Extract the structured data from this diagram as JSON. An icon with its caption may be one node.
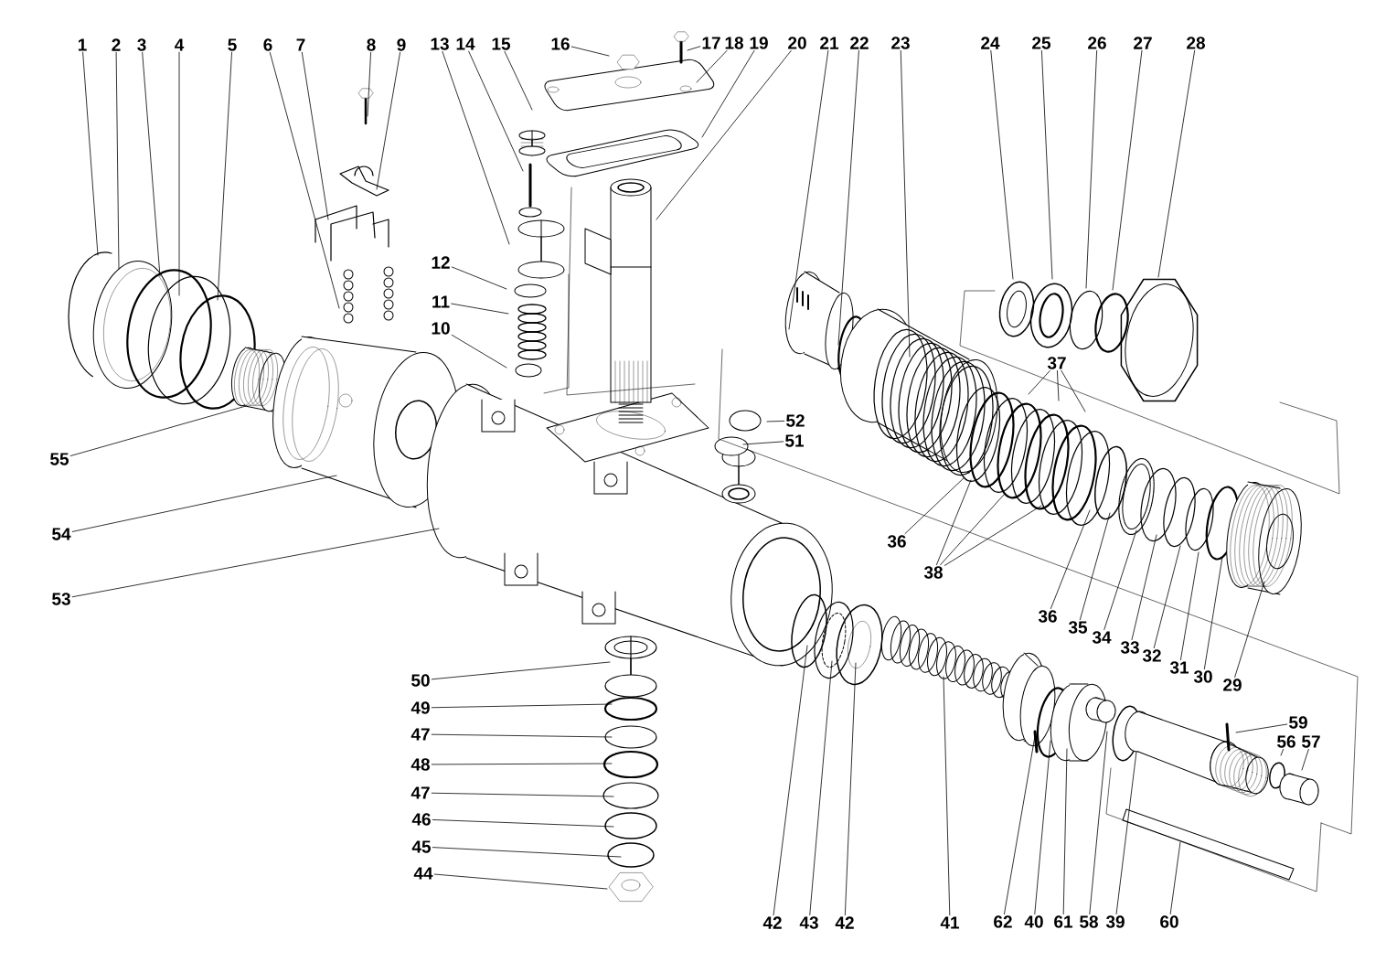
{
  "diagram": {
    "nodes": [
      {
        "text": [
          "1"
        ]
      },
      {
        "text": [
          "2"
        ]
      },
      {
        "text": [
          "3"
        ]
      },
      {
        "text": [
          "4"
        ]
      },
      {
        "text": [
          "5"
        ]
      },
      {
        "text": [
          "6"
        ]
      },
      {
        "text": [
          "7"
        ]
      },
      {
        "text": [
          "8"
        ]
      },
      {
        "text": [
          "9"
        ]
      },
      {
        "text": [
          "13"
        ]
      },
      {
        "text": [
          "14"
        ]
      },
      {
        "text": [
          "15"
        ]
      },
      {
        "text": [
          "16"
        ]
      },
      {
        "text": [
          "17"
        ]
      },
      {
        "text": [
          "18"
        ]
      },
      {
        "text": [
          "19"
        ]
      },
      {
        "text": [
          "20"
        ]
      },
      {
        "text": [
          "21"
        ]
      },
      {
        "text": [
          "22"
        ]
      },
      {
        "text": [
          "23"
        ]
      },
      {
        "text": [
          "24"
        ]
      },
      {
        "text": [
          "25"
        ]
      },
      {
        "text": [
          "26"
        ]
      },
      {
        "text": [
          "27"
        ]
      },
      {
        "text": [
          "28"
        ]
      },
      {
        "text": [
          "12"
        ]
      },
      {
        "text": [
          "11"
        ]
      },
      {
        "text": [
          "10"
        ]
      },
      {
        "text": [
          "37"
        ]
      },
      {
        "text": [
          "52"
        ]
      },
      {
        "text": [
          "51"
        ]
      },
      {
        "text": [
          "55"
        ]
      },
      {
        "text": [
          "54"
        ]
      },
      {
        "text": [
          "36"
        ]
      },
      {
        "text": [
          "38"
        ]
      },
      {
        "text": [
          "53"
        ]
      },
      {
        "text": [
          "36"
        ]
      },
      {
        "text": [
          "35"
        ]
      },
      {
        "text": [
          "34"
        ]
      },
      {
        "text": [
          "33"
        ]
      },
      {
        "text": [
          "32"
        ]
      },
      {
        "text": [
          "31"
        ]
      },
      {
        "text": [
          "30"
        ]
      },
      {
        "text": [
          "50"
        ]
      },
      {
        "text": [
          "29"
        ]
      },
      {
        "text": [
          "49"
        ]
      },
      {
        "text": [
          "59"
        ]
      },
      {
        "text": [
          "47"
        ]
      },
      {
        "text": [
          "56"
        ]
      },
      {
        "text": [
          "57"
        ]
      },
      {
        "text": [
          "48"
        ]
      },
      {
        "text": [
          "47"
        ]
      },
      {
        "text": [
          "46"
        ]
      },
      {
        "text": [
          "45"
        ]
      },
      {
        "text": [
          "44"
        ]
      },
      {
        "text": [
          "42"
        ]
      },
      {
        "text": [
          "43"
        ]
      },
      {
        "text": [
          "42"
        ]
      },
      {
        "text": [
          "41"
        ]
      },
      {
        "text": [
          "62"
        ]
      },
      {
        "text": [
          "40"
        ]
      },
      {
        "text": [
          "61"
        ]
      },
      {
        "text": [
          "58"
        ]
      },
      {
        "text": [
          "39"
        ]
      },
      {
        "text": [
          "60"
        ]
      }
    ],
    "edges": [
      {
        "from": 0,
        "to": null,
        "arrow": "none"
      },
      {
        "from": 1,
        "to": null,
        "arrow": "none"
      },
      {
        "from": 2,
        "to": null,
        "arrow": "none"
      },
      {
        "from": 3,
        "to": null,
        "arrow": "none"
      },
      {
        "from": 4,
        "to": null,
        "arrow": "none"
      },
      {
        "from": 5,
        "to": null,
        "arrow": "none"
      },
      {
        "from": 6,
        "to": null,
        "arrow": "none"
      },
      {
        "from": 7,
        "to": null,
        "arrow": "none"
      },
      {
        "from": 8,
        "to": null,
        "arrow": "none"
      },
      {
        "from": 9,
        "to": null,
        "arrow": "none"
      },
      {
        "from": 10,
        "to": null,
        "arrow": "none"
      },
      {
        "from": 11,
        "to": null,
        "arrow": "none"
      },
      {
        "from": 12,
        "to": null,
        "arrow": "none"
      },
      {
        "from": 13,
        "to": null,
        "arrow": "none"
      },
      {
        "from": 14,
        "to": null,
        "arrow": "none"
      },
      {
        "from": 15,
        "to": null,
        "arrow": "none"
      },
      {
        "from": 16,
        "to": null,
        "arrow": "none"
      },
      {
        "from": 17,
        "to": null,
        "arrow": "none"
      },
      {
        "from": 18,
        "to": null,
        "arrow": "none"
      },
      {
        "from": 19,
        "to": null,
        "arrow": "none"
      },
      {
        "from": 20,
        "to": null,
        "arrow": "none"
      },
      {
        "from": 21,
        "to": null,
        "arrow": "none"
      },
      {
        "from": 22,
        "to": null,
        "arrow": "none"
      },
      {
        "from": 23,
        "to": null,
        "arrow": "none"
      },
      {
        "from": 24,
        "to": null,
        "arrow": "none"
      },
      {
        "from": 25,
        "to": null,
        "arrow": "none"
      },
      {
        "from": 26,
        "to": null,
        "arrow": "none"
      },
      {
        "from": 27,
        "to": null,
        "arrow": "none"
      },
      {
        "from": 28,
        "to": null,
        "arrow": "none"
      },
      {
        "from": 28,
        "to": null,
        "arrow": "none"
      },
      {
        "from": 28,
        "to": null,
        "arrow": "none"
      },
      {
        "from": 29,
        "to": null,
        "arrow": "none"
      },
      {
        "from": 30,
        "to": null,
        "arrow": "none"
      },
      {
        "from": 31,
        "to": null,
        "arrow": "none"
      },
      {
        "from": 32,
        "to": null,
        "arrow": "none"
      },
      {
        "from": 33,
        "to": null,
        "arrow": "none"
      },
      {
        "from": 34,
        "to": null,
        "arrow": "none"
      },
      {
        "from": 34,
        "to": null,
        "arrow": "none"
      },
      {
        "from": 34,
        "to": null,
        "arrow": "none"
      },
      {
        "from": 35,
        "to": null,
        "arrow": "none"
      },
      {
        "from": 36,
        "to": null,
        "arrow": "none"
      },
      {
        "from": 37,
        "to": null,
        "arrow": "none"
      },
      {
        "from": 38,
        "to": null,
        "arrow": "none"
      },
      {
        "from": 39,
        "to": null,
        "arrow": "none"
      },
      {
        "from": 40,
        "to": null,
        "arrow": "none"
      },
      {
        "from": 41,
        "to": null,
        "arrow": "none"
      },
      {
        "from": 42,
        "to": null,
        "arrow": "none"
      },
      {
        "from": 43,
        "to": null,
        "arrow": "none"
      },
      {
        "from": 44,
        "to": null,
        "arrow": "none"
      },
      {
        "from": 45,
        "to": null,
        "arrow": "none"
      },
      {
        "from": 46,
        "to": null,
        "arrow": "none"
      },
      {
        "from": 47,
        "to": null,
        "arrow": "none"
      },
      {
        "from": 48,
        "to": null,
        "arrow": "none"
      },
      {
        "from": 49,
        "to": null,
        "arrow": "none"
      },
      {
        "from": 50,
        "to": null,
        "arrow": "none"
      },
      {
        "from": 51,
        "to": null,
        "arrow": "none"
      },
      {
        "from": 52,
        "to": null,
        "arrow": "none"
      },
      {
        "from": 53,
        "to": null,
        "arrow": "none"
      },
      {
        "from": 54,
        "to": null,
        "arrow": "none"
      },
      {
        "from": 55,
        "to": null,
        "arrow": "none"
      },
      {
        "from": 56,
        "to": null,
        "arrow": "none"
      },
      {
        "from": 57,
        "to": null,
        "arrow": "none"
      },
      {
        "from": 58,
        "to": null,
        "arrow": "none"
      },
      {
        "from": 59,
        "to": null,
        "arrow": "none"
      },
      {
        "from": 60,
        "to": null,
        "arrow": "none"
      },
      {
        "from": 61,
        "to": null,
        "arrow": "none"
      },
      {
        "from": 62,
        "to": null,
        "arrow": "none"
      },
      {
        "from": 63,
        "to": null,
        "arrow": "none"
      },
      {
        "from": 64,
        "to": null,
        "arrow": "none"
      }
    ]
  }
}
